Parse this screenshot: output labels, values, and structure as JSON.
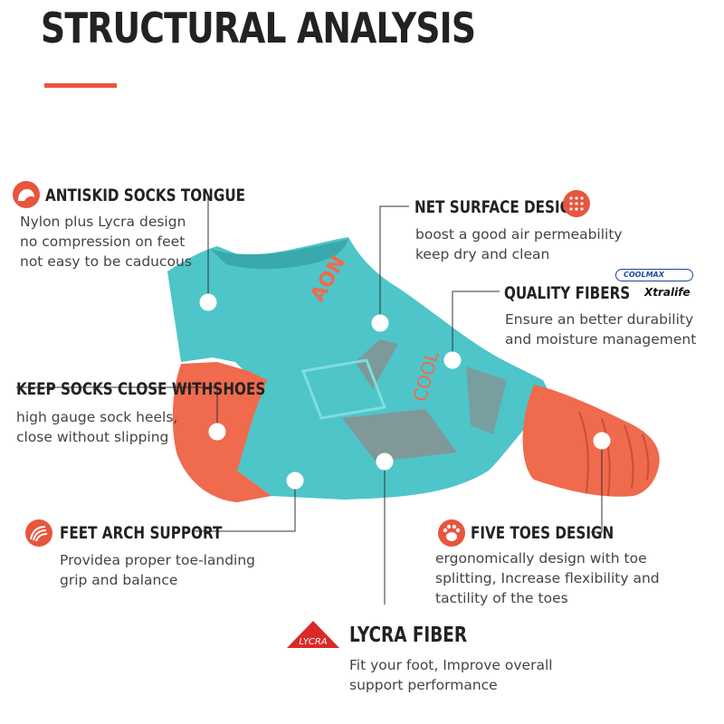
{
  "header": {
    "title": "STRUCTURAL ANALYSIS"
  },
  "colors": {
    "accent": "#e8553d",
    "sock_teal": "#4ec5c9",
    "sock_coral": "#f06a4d",
    "lycra_red": "#d92a27"
  },
  "features": {
    "antiskid": {
      "title": "ANTISKID SOCKS TONGUE",
      "lines": [
        "Nylon plus Lycra design",
        "no compression on feet",
        "not easy to be caducous"
      ],
      "icon": "tongue-icon"
    },
    "net_surface": {
      "title": "NET SURFACE DESIGN",
      "lines": [
        "boost a good air permeability",
        "keep dry and clean"
      ],
      "icon": "mesh-icon"
    },
    "quality_fibers": {
      "title": "QUALITY FIBERS",
      "lines": [
        "Ensure an better durability",
        "and moisture management"
      ],
      "badge_top": "COOLMAX",
      "badge_bottom": "Xtralife"
    },
    "keep_close": {
      "title": "KEEP SOCKS CLOSE WITHSHOES",
      "lines": [
        "high gauge sock heels,",
        "close without slipping"
      ]
    },
    "arch_support": {
      "title": "FEET ARCH SUPPORT",
      "lines": [
        "Providea proper toe-landing",
        "grip and balance"
      ],
      "icon": "arch-icon"
    },
    "five_toes": {
      "title": "FIVE TOES DESIGN",
      "lines": [
        "ergonomically design with toe",
        "splitting,  Increase flexibility and",
        "tactility of the toes"
      ],
      "icon": "paw-icon"
    },
    "lycra": {
      "title": "LYCRA FIBER",
      "lines": [
        "Fit your foot, Improve overall",
        "support performance"
      ],
      "logo_text": "LYCRA"
    }
  }
}
